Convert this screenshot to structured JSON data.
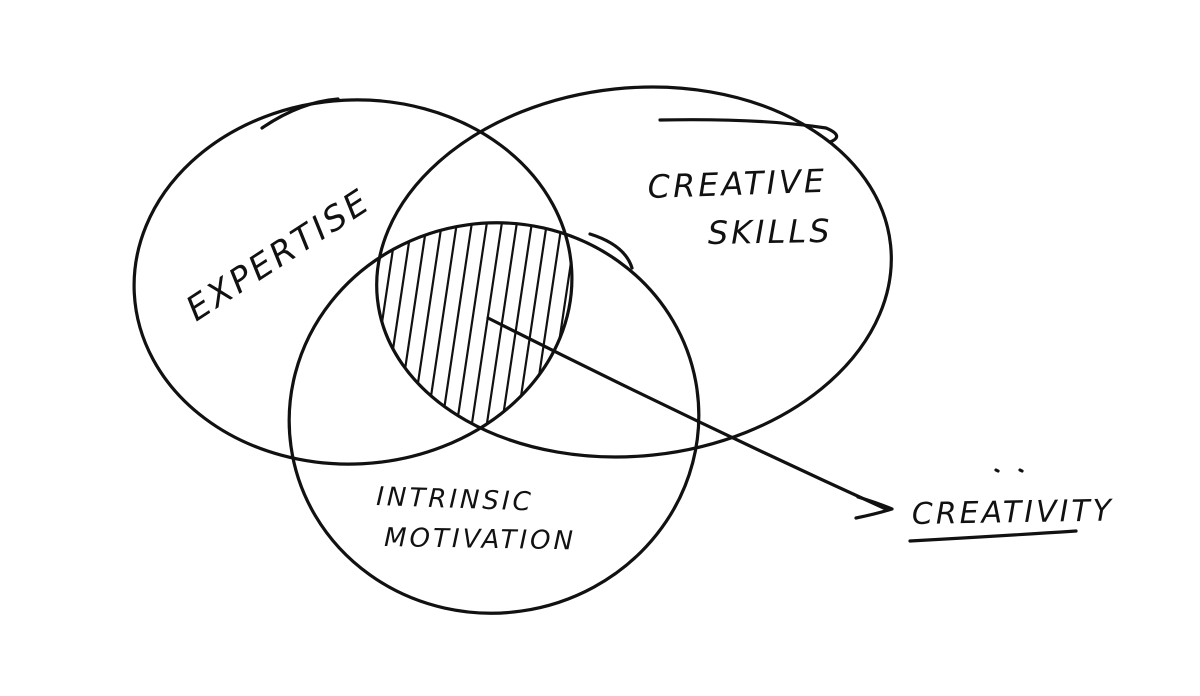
{
  "diagram": {
    "sets": [
      {
        "id": "expertise",
        "label": "EXPERTISE"
      },
      {
        "id": "creative-skills",
        "label_line1": "CREATIVE",
        "label_line2": "SKILLS"
      },
      {
        "id": "intrinsic-motivation",
        "label_line1": "INTRINSIC",
        "label_line2": "MOTIVATION"
      }
    ],
    "intersection_label": "CREATIVITY",
    "colors": {
      "ink": "#111111",
      "background": "#ffffff"
    }
  }
}
